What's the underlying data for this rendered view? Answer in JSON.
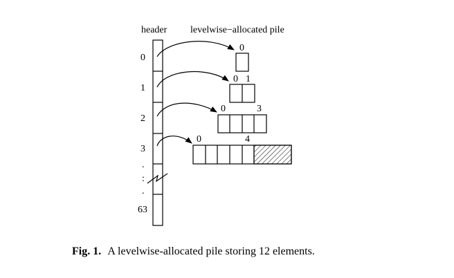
{
  "diagram": {
    "header_label": "header",
    "pile_label": "levelwise−allocated pile",
    "header_rows": [
      "0",
      "1",
      "2",
      "3",
      "63"
    ],
    "level_index_labels": [
      [
        "0"
      ],
      [
        "0",
        "1"
      ],
      [
        "0",
        "3"
      ],
      [
        "0",
        "4"
      ]
    ],
    "ellipsis": ". :"
  },
  "caption": {
    "prefix": "Fig. 1.",
    "text": "A levelwise-allocated pile storing 12 elements."
  },
  "colors": {
    "ink": "#000000",
    "background": "#ffffff"
  }
}
